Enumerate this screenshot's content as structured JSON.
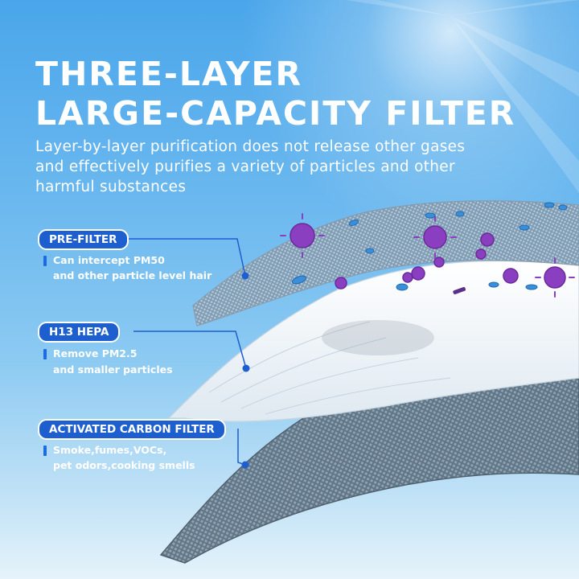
{
  "heading": {
    "line1": "THREE-LAYER",
    "line2": "LARGE-CAPACITY FILTER"
  },
  "subtitle": {
    "line1": "Layer-by-layer purification does not release other gases",
    "line2": "and effectively purifies a variety of particles and other",
    "line3": "harmful substances"
  },
  "layers": [
    {
      "label": "PRE-FILTER",
      "desc_line1": "Can intercept PM50",
      "desc_line2": "and other particle level hair"
    },
    {
      "label": "H13 HEPA",
      "desc_line1": "Remove PM2.5",
      "desc_line2": "and smaller particles"
    },
    {
      "label": "ACTIVATED CARBON FILTER",
      "desc_line1": "Smoke,fumes,VOCs,",
      "desc_line2": "pet odors,cooking smells"
    }
  ],
  "colors": {
    "accent": "#1d5fcf",
    "virus": "#8a3fc0",
    "bacteria": "#3b8fd8"
  }
}
